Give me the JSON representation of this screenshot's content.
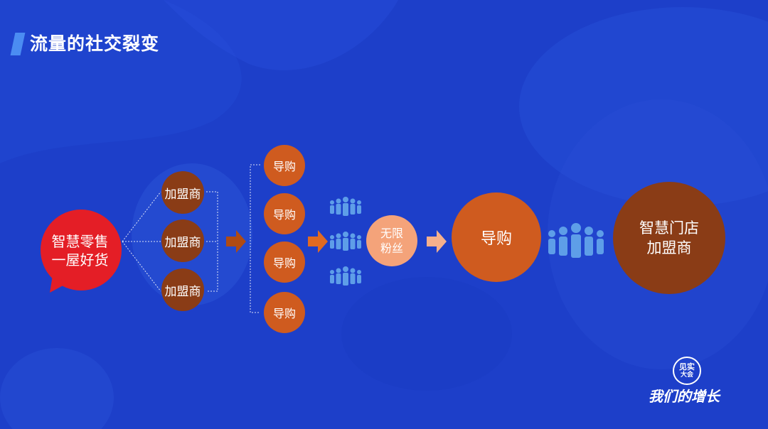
{
  "title": "流量的社交裂变",
  "source": {
    "lines": [
      "智慧零售",
      "一屋好货"
    ]
  },
  "franchisees": [
    "加盟商",
    "加盟商",
    "加盟商"
  ],
  "guides": [
    "导购",
    "导购",
    "导购",
    "导购"
  ],
  "fans": {
    "lines": [
      "无限",
      "粉丝"
    ]
  },
  "main_guide": "导购",
  "store": {
    "lines": [
      "智慧门店",
      "加盟商"
    ]
  },
  "brand": {
    "badge_line1": "见实",
    "badge_line2": "大会",
    "name": "我们的增长"
  },
  "colors": {
    "background": "#1d3fc9",
    "source": "#e41e26",
    "franchisee": "#8a3c16",
    "guide": "#cf5b1f",
    "fans": "#f4a37a",
    "store": "#8a3c16",
    "people": "#5e9ee8"
  }
}
